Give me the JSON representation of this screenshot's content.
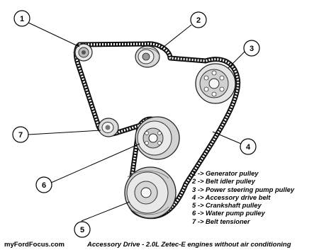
{
  "callouts": [
    "1",
    "2",
    "3",
    "4",
    "5",
    "6",
    "7"
  ],
  "legend": [
    "1 -> Generator pulley",
    "2 -> Belt idler pulley",
    "3 -> Power steering pump pulley",
    "4 -> Accessory drive belt",
    "5 -> Crankshaft pulley",
    "6 -> Water pump pulley",
    "7 -> Belt tensioner"
  ],
  "footer": {
    "site": "myFordFocus.com",
    "caption": "Accessory Drive - 2.0L Zetec-E engines without air conditioning"
  }
}
